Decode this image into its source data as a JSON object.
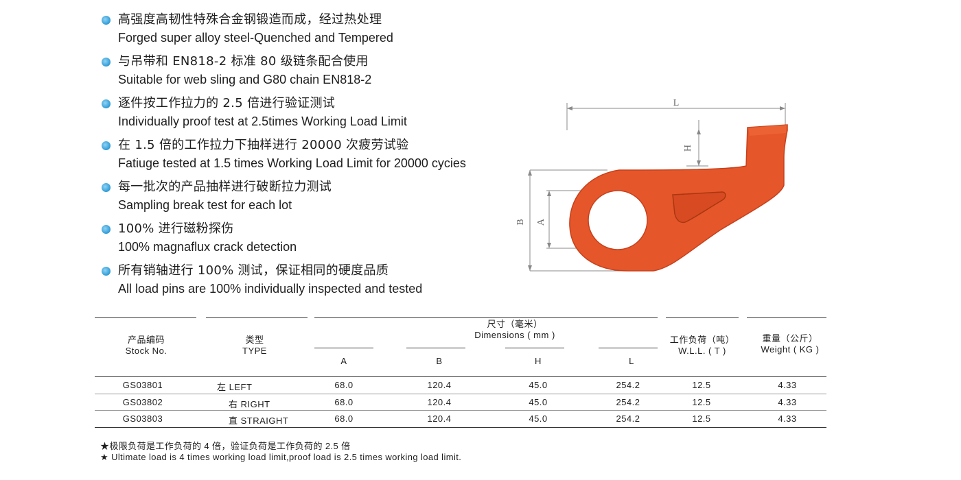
{
  "features": [
    {
      "zh": "高强度高韧性特殊合金钢锻造而成，经过热处理",
      "en": "Forged super alloy steel-Quenched and Tempered"
    },
    {
      "zh": "与吊带和 EN818-2 标准 80 级链条配合使用",
      "en": "Suitable for web sling and G80 chain EN818-2"
    },
    {
      "zh": "逐件按工作拉力的 2.5 倍进行验证测试",
      "en": "Individually proof test at 2.5times Working Load Limit"
    },
    {
      "zh": "在 1.5 倍的工作拉力下抽样进行 20000 次疲劳试验",
      "en": "Fatiuge tested at 1.5 times Working Load Limit for 20000 cycies"
    },
    {
      "zh": "每一批次的产品抽样进行破断拉力测试",
      "en": "Sampling break test for each lot"
    },
    {
      "zh": "100% 进行磁粉探伤",
      "en": "100% magnaflux crack detection"
    },
    {
      "zh": "所有销轴进行 100% 测试，保证相同的硬度品质",
      "en": "All load pins are 100% individually inspected and tested"
    }
  ],
  "diagram": {
    "label_L": "L",
    "label_H": "H",
    "label_B": "B",
    "label_A": "A",
    "body_color": "#e5562b"
  },
  "table": {
    "stock_zh": "产品编码",
    "stock_en": "Stock No.",
    "type_zh": "类型",
    "type_en": "TYPE",
    "dims_zh": "尺寸（毫米）",
    "dims_en": "Dimensions ( mm )",
    "col_a": "A",
    "col_b": "B",
    "col_h": "H",
    "col_l": "L",
    "wll_zh": "工作负荷（吨）",
    "wll_en": "W.L.L. ( T )",
    "weight_zh": "重量（公斤）",
    "weight_en": "Weight ( KG )",
    "rows": [
      {
        "stock": "GS03801",
        "type": "左  LEFT",
        "a": "68.0",
        "b": "120.4",
        "h": "45.0",
        "l": "254.2",
        "wll": "12.5",
        "weight": "4.33"
      },
      {
        "stock": "GS03802",
        "type": "右  RIGHT",
        "a": "68.0",
        "b": "120.4",
        "h": "45.0",
        "l": "254.2",
        "wll": "12.5",
        "weight": "4.33"
      },
      {
        "stock": "GS03803",
        "type": "直 STRAIGHT",
        "a": "68.0",
        "b": "120.4",
        "h": "45.0",
        "l": "254.2",
        "wll": "12.5",
        "weight": "4.33"
      }
    ]
  },
  "footnotes": {
    "zh": "★极限负荷是工作负荷的 4 倍，验证负荷是工作负荷的 2.5 倍",
    "en": "★ Ultimate load is 4 times working load limit,proof load is 2.5 times working load limit."
  }
}
